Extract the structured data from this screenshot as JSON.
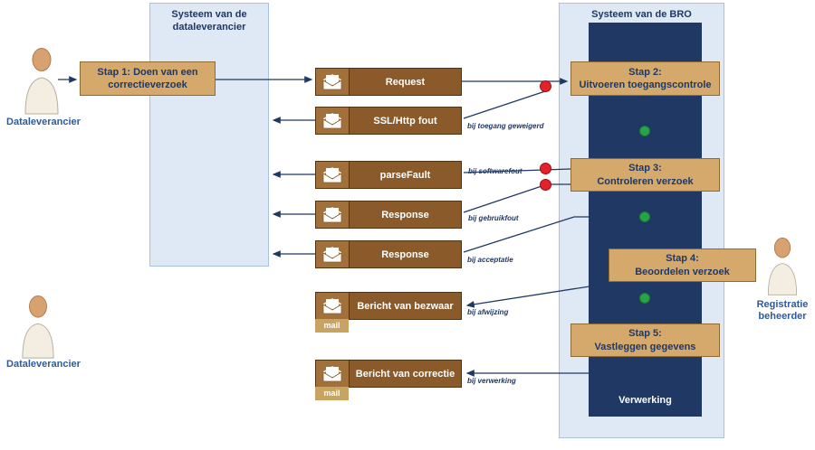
{
  "diagram": {
    "supplier_system": {
      "title": "Systeem van de dataleverancier"
    },
    "bro_system": {
      "title": "Systeem van de BRO",
      "processing_label": "Verwerking"
    },
    "actors": {
      "dataleverancier_top": "Dataleverancier",
      "dataleverancier_bottom": "Dataleverancier",
      "registratiebeheerder": "Registratie beheerder"
    },
    "steps": [
      {
        "line1": "Stap 1: Doen van een",
        "line2": "correctieverzoek"
      },
      {
        "line1": "Stap 2:",
        "line2": "Uitvoeren toegangscontrole"
      },
      {
        "line1": "Stap 3:",
        "line2": "Controleren verzoek"
      },
      {
        "line1": "Stap 4:",
        "line2": "Beoordelen verzoek"
      },
      {
        "line1": "Stap 5:",
        "line2": "Vastleggen gegevens"
      }
    ],
    "messages": [
      {
        "label": "Request"
      },
      {
        "label": "SSL/Http fout"
      },
      {
        "label": "parseFault"
      },
      {
        "label": "Response"
      },
      {
        "label": "Response"
      },
      {
        "label": "Bericht van bezwaar",
        "tag": "mail"
      },
      {
        "label": "Bericht van correctie",
        "tag": "mail"
      }
    ],
    "flow_labels": {
      "toegang_geweigerd": "bij toegang geweigerd",
      "softwarefout": "bij softwarefout",
      "gebruikfout": "bij gebruikfout",
      "acceptatie": "bij acceptatie",
      "afwijzing": "bij afwijzing",
      "verwerking": "bij verwerking"
    },
    "icons": {
      "mail_open_icon": "open-envelope",
      "person_icon": "person-figure"
    }
  },
  "colors": {
    "step_fill": "#D5A96C",
    "step_border": "#8F6A33",
    "message_fill": "#8A5A2B",
    "message_border": "#53340F",
    "envelope_fill": "#A2703A",
    "mail_tag_fill": "#C9A361",
    "system_fill": "#DEE9F5",
    "system_border": "#A9C2DE",
    "processing_fill": "#1F3864",
    "line": "#1F3864",
    "text_navy": "#1F3864",
    "actor_label": "#2E5B9B",
    "red_dot": "#E32229",
    "green_dot": "#27A348"
  }
}
